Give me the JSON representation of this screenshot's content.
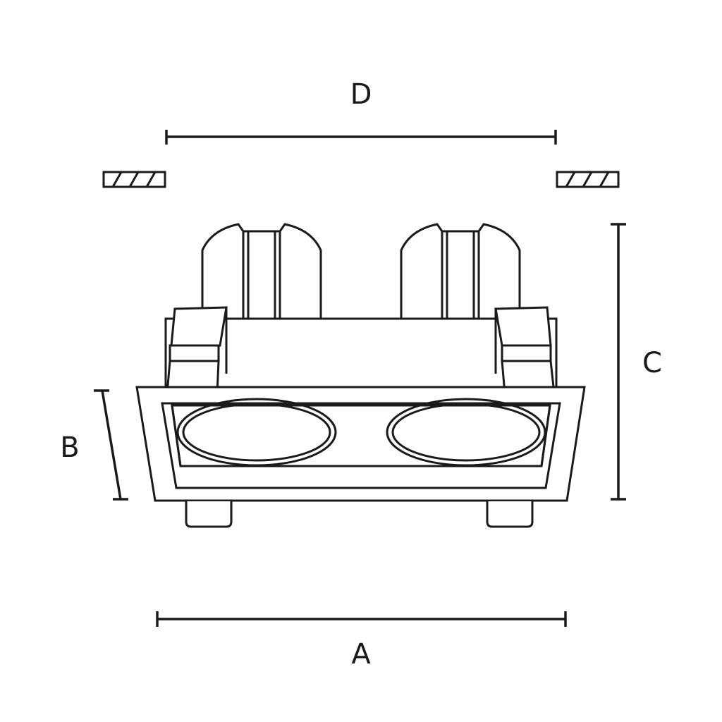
{
  "dimensions": {
    "a": "A",
    "b": "B",
    "c": "C",
    "d": "D"
  },
  "colors": {
    "line": "#1a1a1a",
    "background": "#ffffff"
  }
}
